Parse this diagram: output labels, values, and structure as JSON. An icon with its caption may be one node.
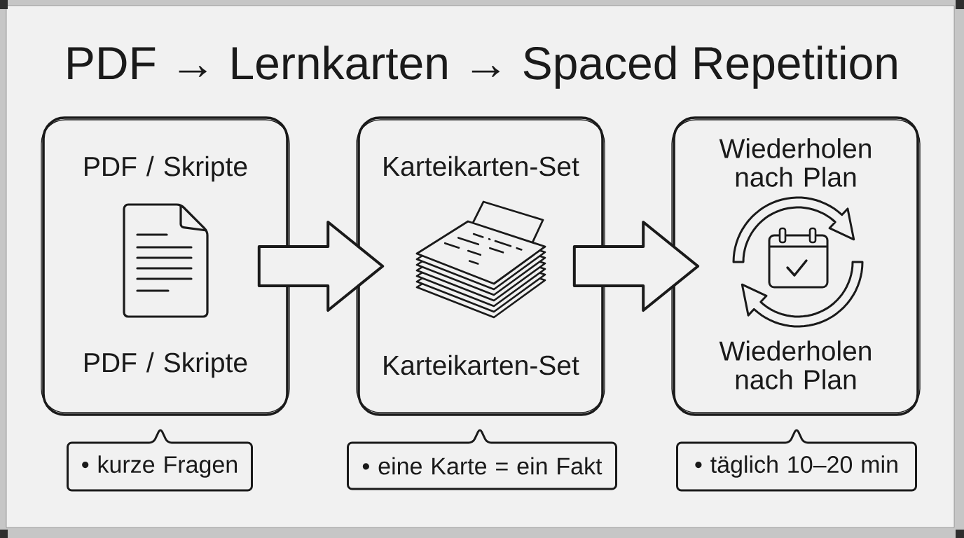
{
  "diagram": {
    "title": "PDF → Lernkarten → Spaced Repetition",
    "nodes": [
      {
        "text": [
          "PDF / Skripte",
          "PDF / Skripte"
        ]
      },
      {
        "text": [
          "Karteikarten-Set",
          "Karteikarten-Set"
        ]
      },
      {
        "text": [
          "Wiederholen nach Plan",
          "Wiederholen nach Plan"
        ]
      },
      {
        "text": [
          "• kurze Fragen"
        ]
      },
      {
        "text": [
          "• eine Karte = ein Fakt"
        ]
      },
      {
        "text": [
          "• täglich 10–20 min"
        ]
      }
    ],
    "edges": [
      {
        "from": 0,
        "to": 1,
        "arrow": "to"
      },
      {
        "from": 1,
        "to": 2,
        "arrow": "to"
      }
    ]
  }
}
